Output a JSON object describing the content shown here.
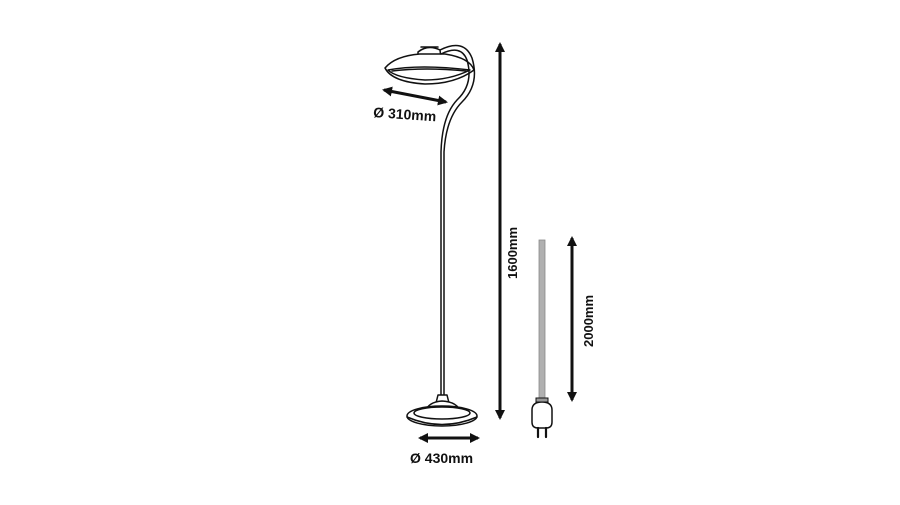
{
  "colors": {
    "line": "#111111",
    "cord": "#9a9a9a",
    "background": "#ffffff"
  },
  "dimensions": {
    "shade_diameter": "Ø 310mm",
    "base_diameter": "Ø 430mm",
    "total_height": "1600mm",
    "cord_length": "2000mm"
  }
}
